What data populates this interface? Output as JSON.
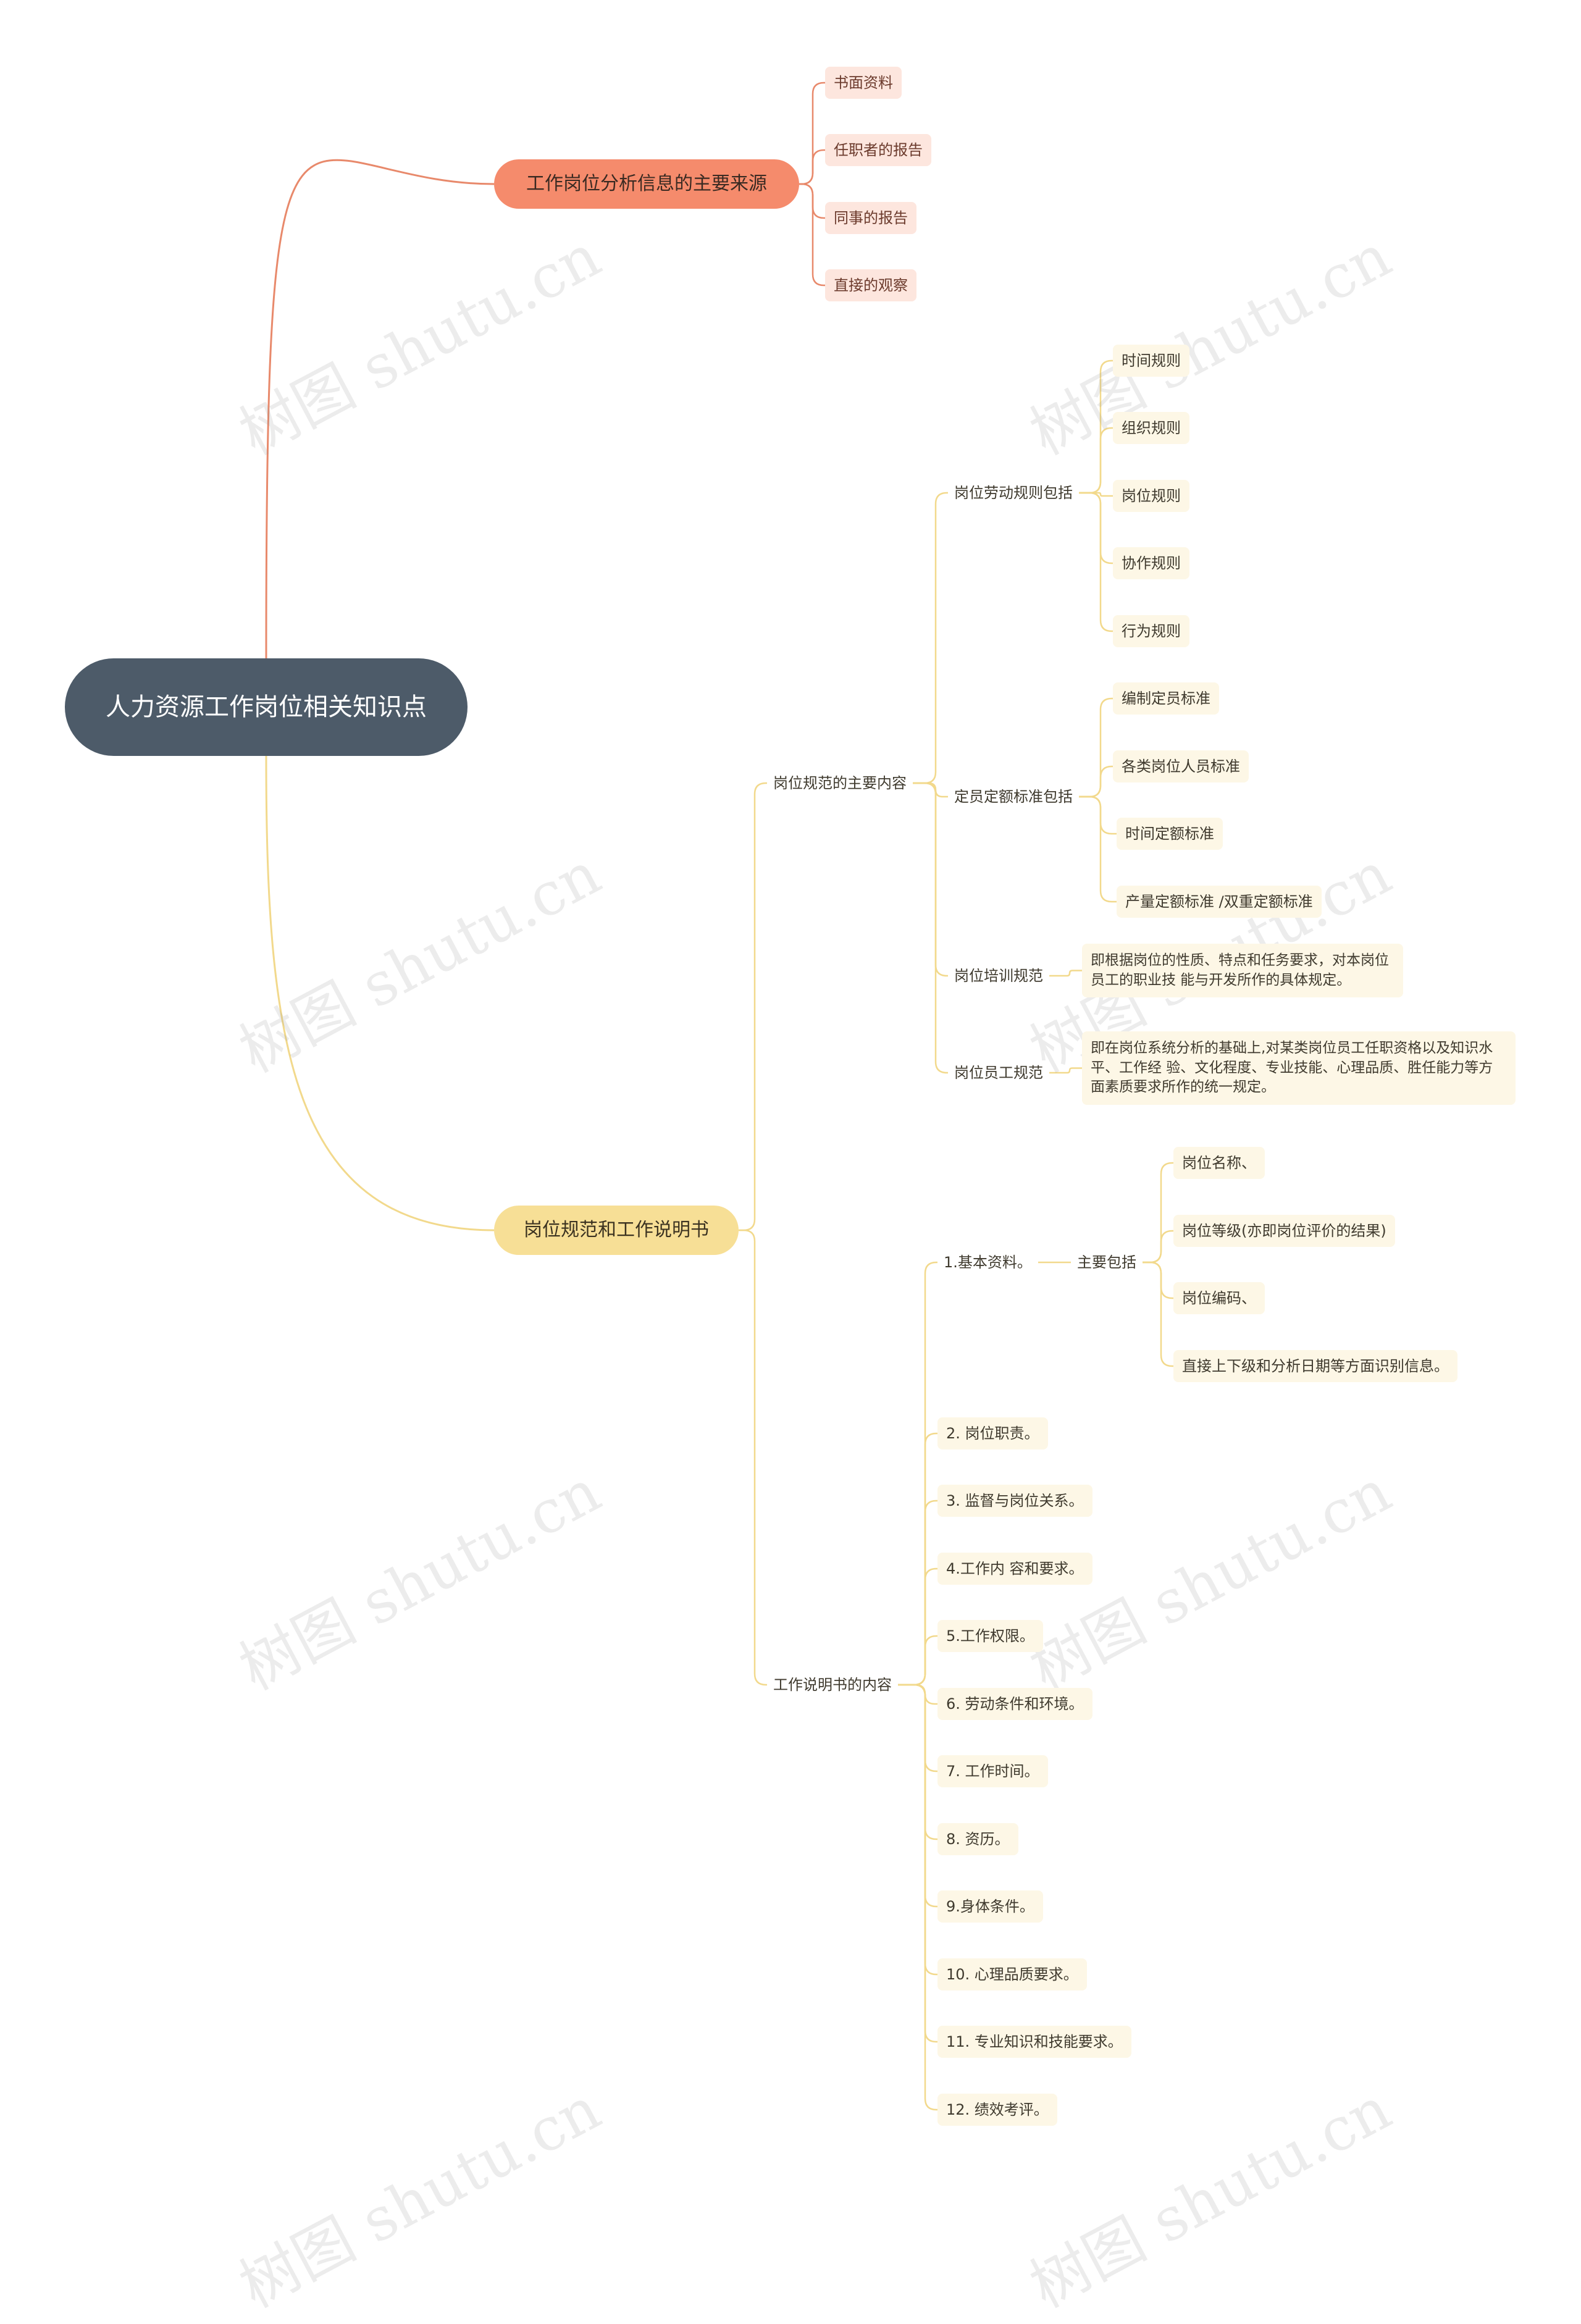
{
  "watermark": "树图 shutu.cn",
  "colors": {
    "root": "#4d5b69",
    "red_branch": "#f58b6c",
    "red_leaf": "#fde6de",
    "red_line": "#e8896b",
    "yellow_branch": "#f7df96",
    "yellow_leaf": "#fdf7e6",
    "yellow_line": "#f2d98c"
  },
  "mindmap": {
    "root": "人力资源工作岗位相关知识点",
    "branch1": {
      "label": "工作岗位分析信息的主要来源",
      "children": [
        "书面资料",
        "任职者的报告",
        "同事的报告",
        "直接的观察"
      ]
    },
    "branch2": {
      "label": "岗位规范和工作说明书",
      "spec": {
        "label": "岗位规范的主要内容",
        "labor_rules": {
          "label": "岗位劳动规则包括",
          "children": [
            "时间规则",
            "组织规则",
            "岗位规则",
            "协作规则",
            "行为规则"
          ]
        },
        "quota": {
          "label": "定员定额标准包括",
          "children": [
            "编制定员标准",
            "各类岗位人员标准",
            "时间定额标准",
            "产量定额标准 /双重定额标准"
          ]
        },
        "training": {
          "label": "岗位培训规范",
          "desc": "即根据岗位的性质、特点和任务要求，对本岗位员工的职业技 能与开发所作的具体规定。"
        },
        "staff": {
          "label": "岗位员工规范",
          "desc": "即在岗位系统分析的基础上,对某类岗位员工任职资格以及知识水平、工作经 验、文化程度、专业技能、心理品质、胜任能力等方面素质要求所作的统一规定。"
        }
      },
      "jd": {
        "label": "工作说明书的内容",
        "basic": {
          "label": "1.基本资料。",
          "includes": "主要包括",
          "children": [
            "岗位名称、",
            "岗位等级(亦即岗位评价的结果)",
            "岗位编码、",
            "直接上下级和分析日期等方面识别信息。"
          ]
        },
        "items": [
          "2. 岗位职责。",
          "3. 监督与岗位关系。",
          "4.工作内 容和要求。",
          "5.工作权限。",
          "6. 劳动条件和环境。",
          "7. 工作时间。",
          "8. 资历。",
          "9.身体条件。",
          "10. 心理品质要求。",
          "11. 专业知识和技能要求。",
          "12. 绩效考评。"
        ]
      }
    }
  }
}
